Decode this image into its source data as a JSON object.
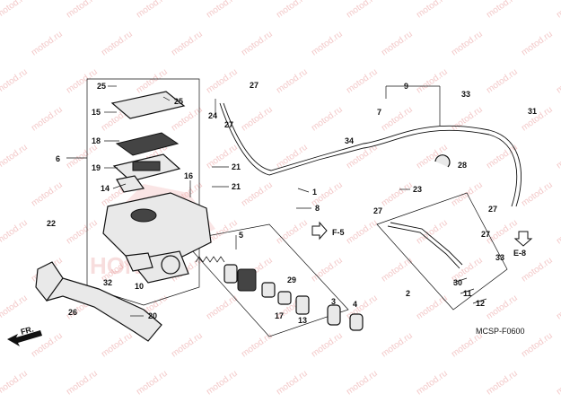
{
  "diagram": {
    "watermark_text": "motod.ru",
    "logo_text": "HONDA",
    "diagram_code": "MCSP-F0600",
    "direction_label": "FR.",
    "refs": {
      "f5": "F-5",
      "e8": "E-8"
    },
    "callouts": {
      "p1": "1",
      "p2": "2",
      "p3": "3",
      "p4": "4",
      "p5": "5",
      "p6": "6",
      "p7": "7",
      "p8": "8",
      "p9": "9",
      "p10": "10",
      "p11": "11",
      "p12": "12",
      "p13": "13",
      "p14": "14",
      "p15": "15",
      "p16": "16",
      "p17": "17",
      "p18": "18",
      "p19": "19",
      "p20": "20",
      "p21": "21",
      "p22": "22",
      "p23": "23",
      "p24": "24",
      "p25": "25",
      "p26": "26",
      "p27": "27",
      "p28": "28",
      "p29": "29",
      "p30": "30",
      "p31": "31",
      "p32": "32",
      "p33": "33",
      "p34": "34"
    }
  }
}
